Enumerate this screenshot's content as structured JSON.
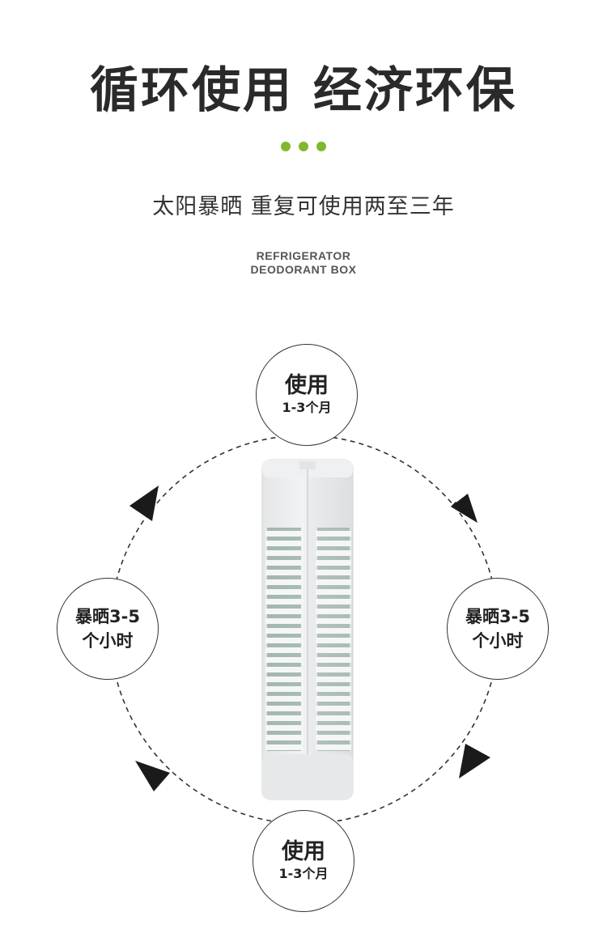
{
  "header": {
    "title": "循环使用 经济环保",
    "subtitle": "太阳暴晒 重复可使用两至三年",
    "en_line1": "REFRIGERATOR",
    "en_line2": "DEODORANT BOX"
  },
  "colors": {
    "accent_green": "#7fb82e",
    "text_dark": "#2a2a2a",
    "product_white": "#eceeef"
  },
  "cycle": {
    "top": {
      "line1": "使用",
      "line2": "1-3个月"
    },
    "right": {
      "line1": "暴晒3-5",
      "line2": "个小时"
    },
    "bottom": {
      "line1": "使用",
      "line2": "1-3个月"
    },
    "left": {
      "line1": "暴晒3-5",
      "line2": "个小时"
    }
  }
}
